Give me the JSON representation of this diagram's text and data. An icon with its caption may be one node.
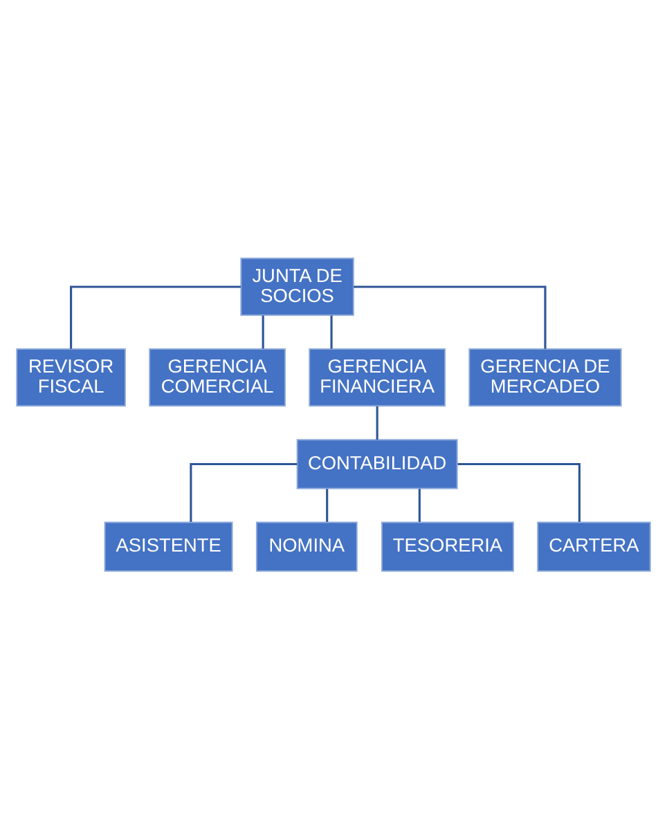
{
  "diagram": {
    "nodes": [
      {
        "text": [
          "JUNTA DE SOCIOS"
        ]
      },
      {
        "text": [
          "REVISOR FISCAL"
        ]
      },
      {
        "text": [
          "GERENCIA COMERCIAL"
        ]
      },
      {
        "text": [
          "GERENCIA FINANCIERA"
        ]
      },
      {
        "text": [
          "GERENCIA DE MERCADEO"
        ]
      },
      {
        "text": [
          "CONTABILIDAD"
        ]
      },
      {
        "text": [
          "ASISTENTE"
        ]
      },
      {
        "text": [
          "NOMINA"
        ]
      },
      {
        "text": [
          "TESORERIA"
        ]
      },
      {
        "text": [
          "CARTERA"
        ]
      }
    ],
    "edges": [
      {
        "from": 0,
        "to": 1,
        "arrow": "none"
      },
      {
        "from": 0,
        "to": 2,
        "arrow": "none"
      },
      {
        "from": 0,
        "to": 3,
        "arrow": "none"
      },
      {
        "from": 0,
        "to": 4,
        "arrow": "none"
      },
      {
        "from": 3,
        "to": 5,
        "arrow": "none"
      },
      {
        "from": 5,
        "to": 6,
        "arrow": "none"
      },
      {
        "from": 5,
        "to": 7,
        "arrow": "none"
      },
      {
        "from": 5,
        "to": 8,
        "arrow": "none"
      },
      {
        "from": 5,
        "to": 9,
        "arrow": "none"
      }
    ]
  }
}
